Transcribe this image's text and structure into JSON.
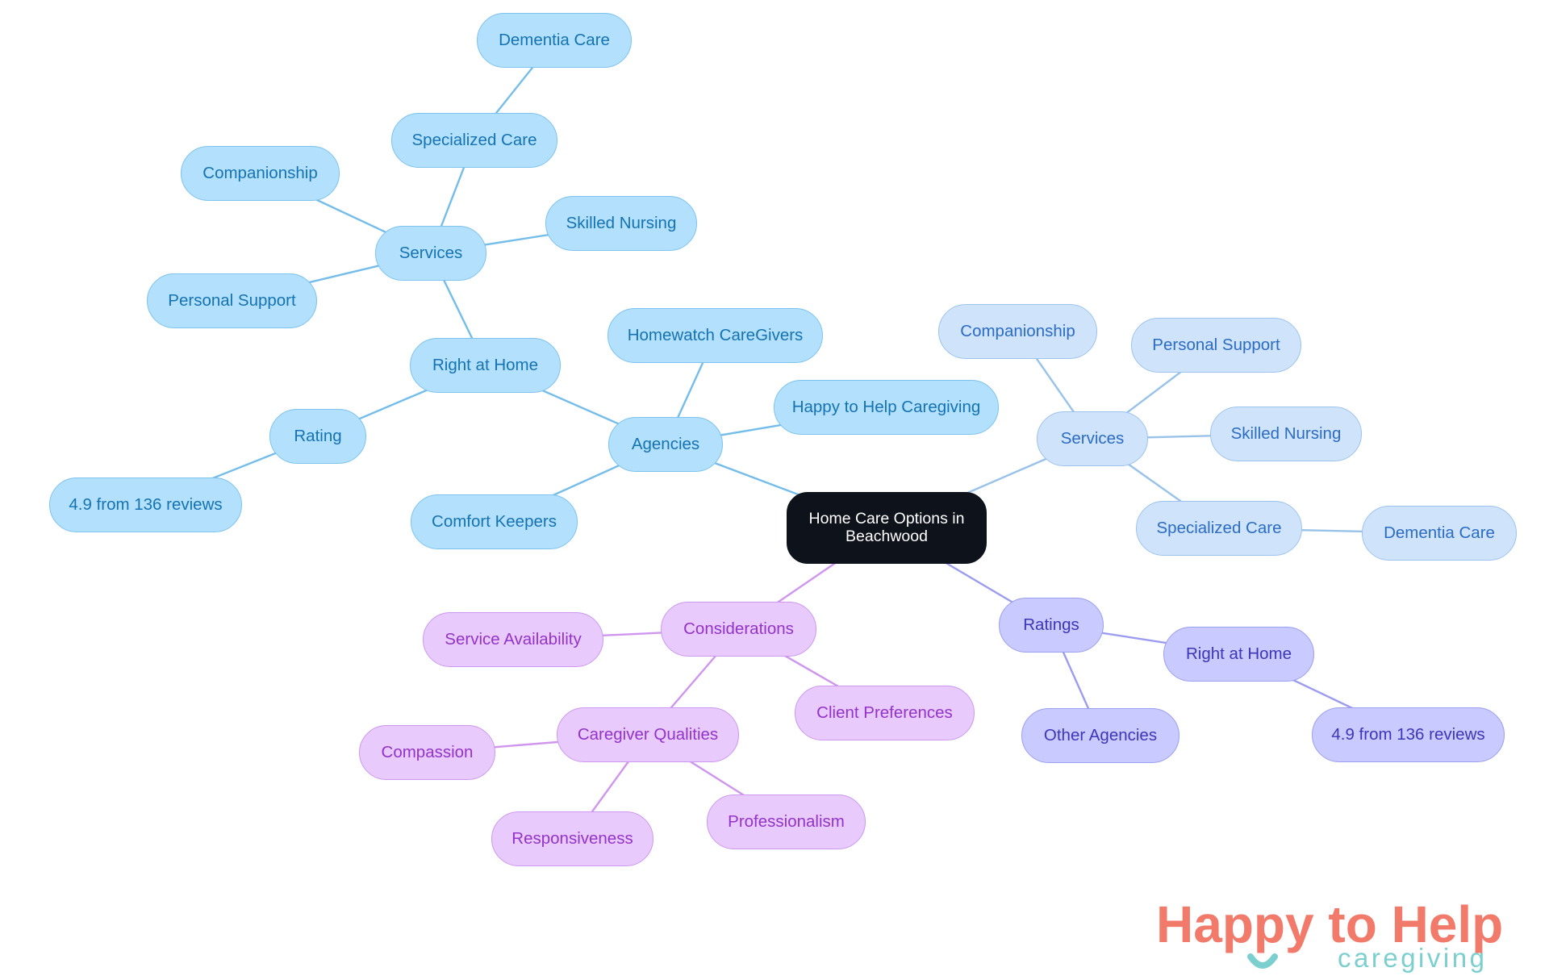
{
  "diagram": {
    "root": "Home Care Options in Beachwood",
    "agencies": {
      "label": "Agencies",
      "homewatch": "Homewatch CareGivers",
      "happy_to_help": "Happy to Help Caregiving",
      "comfort_keepers": "Comfort Keepers",
      "right_at_home": {
        "label": "Right at Home",
        "rating": "Rating",
        "rating_value": "4.9 from 136 reviews",
        "services": {
          "label": "Services",
          "specialized_care": "Specialized Care",
          "dementia_care": "Dementia Care",
          "companionship": "Companionship",
          "skilled_nursing": "Skilled Nursing",
          "personal_support": "Personal Support"
        }
      }
    },
    "services": {
      "label": "Services",
      "companionship": "Companionship",
      "personal_support": "Personal Support",
      "skilled_nursing": "Skilled Nursing",
      "specialized_care": "Specialized Care",
      "dementia_care": "Dementia Care"
    },
    "ratings": {
      "label": "Ratings",
      "right_at_home": "Right at Home",
      "rating_value": "4.9 from 136 reviews",
      "other_agencies": "Other Agencies"
    },
    "considerations": {
      "label": "Considerations",
      "service_availability": "Service Availability",
      "client_preferences": "Client Preferences",
      "caregiver_qualities": {
        "label": "Caregiver Qualities",
        "compassion": "Compassion",
        "responsiveness": "Responsiveness",
        "professionalism": "Professionalism"
      }
    }
  },
  "logo": {
    "main": "Happy to Help",
    "sub": "caregiving"
  },
  "colors": {
    "root": "#0e131b",
    "agencies_branch": "#b3e0fd",
    "services_branch": "#cfe3fb",
    "ratings_branch": "#c9caff",
    "considerations_branch": "#e8cafd",
    "logo_coral": "#f27a6a",
    "logo_teal": "#7ccfcf"
  }
}
